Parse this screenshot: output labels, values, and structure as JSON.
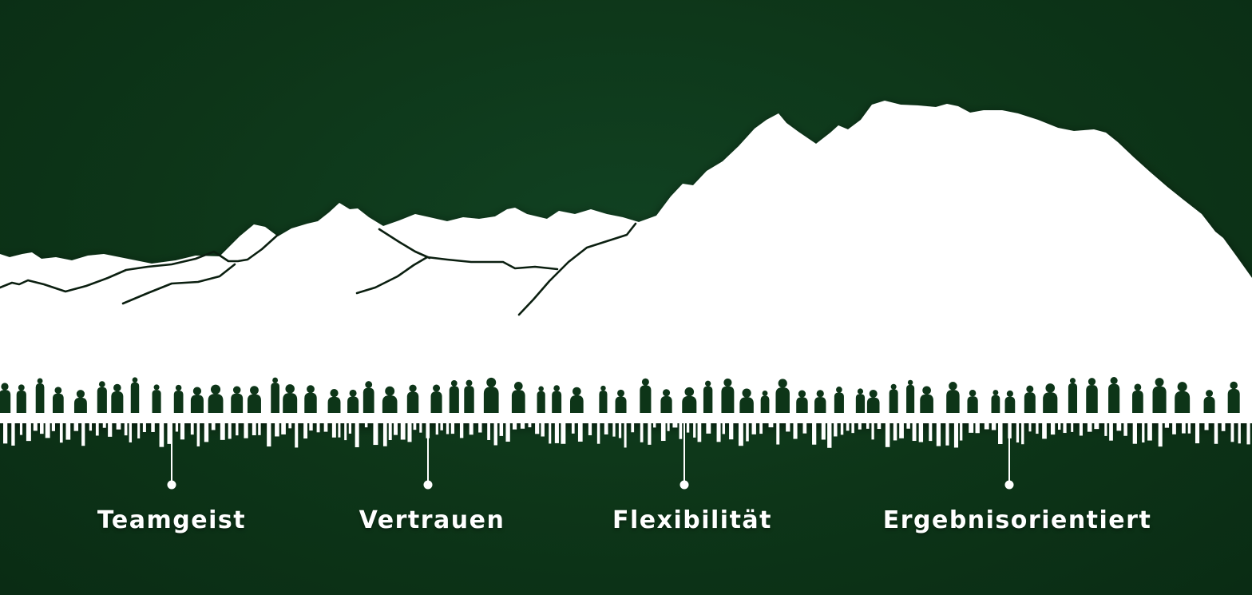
{
  "values": [
    {
      "id": "teamgeist",
      "label": "Teamgeist"
    },
    {
      "id": "vertrauen",
      "label": "Vertrauen"
    },
    {
      "id": "flexibilitaet",
      "label": "Flexibilität"
    },
    {
      "id": "ergebnis",
      "label": "Ergebnisorientiert"
    }
  ],
  "colors": {
    "background": "#0d3518",
    "mountain": "#ffffff",
    "ridge_lines": "#0b1f10",
    "silhouettes": "#0d3518",
    "text": "#ffffff"
  }
}
